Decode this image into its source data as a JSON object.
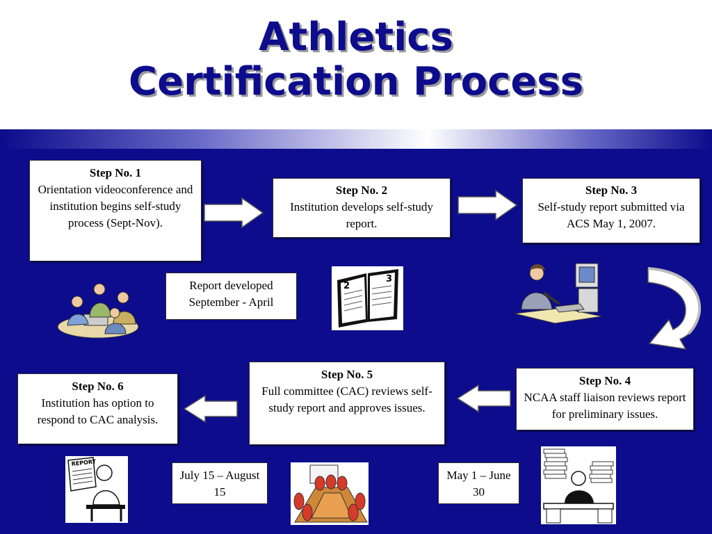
{
  "title": {
    "line1": "Athletics",
    "line2": "Certification Process"
  },
  "steps": [
    {
      "head": "Step No. 1",
      "text": "Orientation videoconference and institution begins self-study process (Sept-Nov)."
    },
    {
      "head": "Step No. 2",
      "text": "Institution develops self-study report."
    },
    {
      "head": "Step No. 3",
      "text": "Self-study report submitted via ACS May 1, 2007."
    },
    {
      "head": "Step No. 4",
      "text": "NCAA staff liaison reviews report for preliminary issues."
    },
    {
      "head": "Step No. 5",
      "text": "Full committee (CAC) reviews self-study report and approves issues."
    },
    {
      "head": "Step No. 6",
      "text": "Institution has option to respond to CAC analysis."
    }
  ],
  "notes": {
    "report_developed": "Report developed September - April",
    "july_august": "July 15 – August 15",
    "may_june": "May 1 – June 30"
  },
  "clipart": {
    "calendar_page_left": "2",
    "calendar_page_right": "3",
    "report_sign": "REPORT"
  },
  "colors": {
    "title": "#0c0c8c",
    "panel": "#0c0c8c",
    "box": "#ffffff",
    "arrow": "#ffffff"
  },
  "icons": [
    "meeting-clipart-icon",
    "calendar-clipart-icon",
    "woman-computer-clipart-icon",
    "curved-arrow-icon",
    "report-reader-clipart-icon",
    "conference-table-clipart-icon",
    "paperwork-desk-clipart-icon",
    "right-arrow-icon",
    "left-arrow-icon"
  ]
}
